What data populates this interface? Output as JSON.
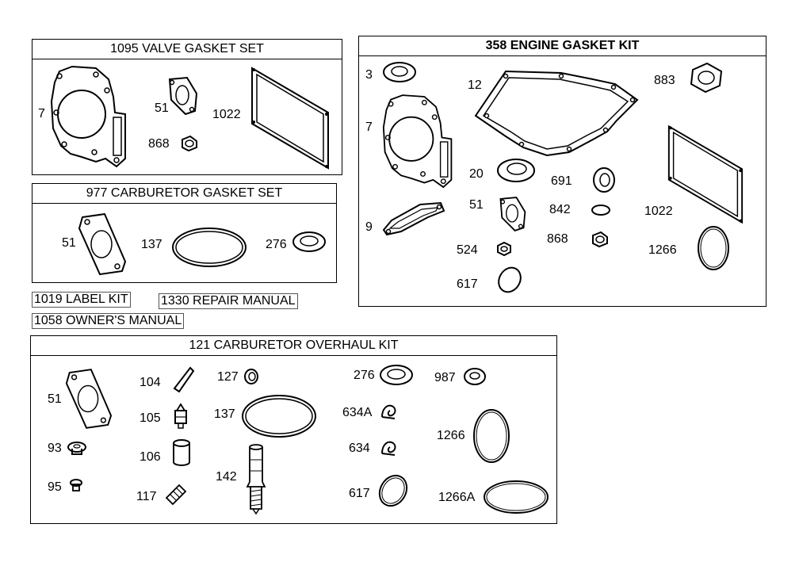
{
  "kits": {
    "valve": {
      "title": "1095 VALVE GASKET SET",
      "parts": {
        "p7": "7",
        "p51": "51",
        "p1022": "1022",
        "p868": "868"
      }
    },
    "carb_set": {
      "title": "977 CARBURETOR GASKET SET",
      "parts": {
        "p51": "51",
        "p137": "137",
        "p276": "276"
      }
    },
    "engine": {
      "title": "358 ENGINE GASKET KIT",
      "parts": {
        "p3": "3",
        "p12": "12",
        "p883": "883",
        "p7": "7",
        "p20": "20",
        "p691": "691",
        "p51": "51",
        "p842": "842",
        "p1022": "1022",
        "p9": "9",
        "p524": "524",
        "p868": "868",
        "p1266": "1266",
        "p617": "617"
      }
    },
    "overhaul": {
      "title": "121 CARBURETOR OVERHAUL KIT",
      "parts": {
        "p51": "51",
        "p104": "104",
        "p127": "127",
        "p276": "276",
        "p987": "987",
        "p105": "105",
        "p137": "137",
        "p634a": "634A",
        "p93": "93",
        "p106": "106",
        "p634": "634",
        "p1266": "1266",
        "p95": "95",
        "p117": "117",
        "p142": "142",
        "p617": "617",
        "p1266a": "1266A"
      }
    }
  },
  "extras": {
    "label_kit": "1019 LABEL KIT",
    "repair_manual": "1330 REPAIR MANUAL",
    "owners_manual": "1058 OWNER'S MANUAL"
  }
}
